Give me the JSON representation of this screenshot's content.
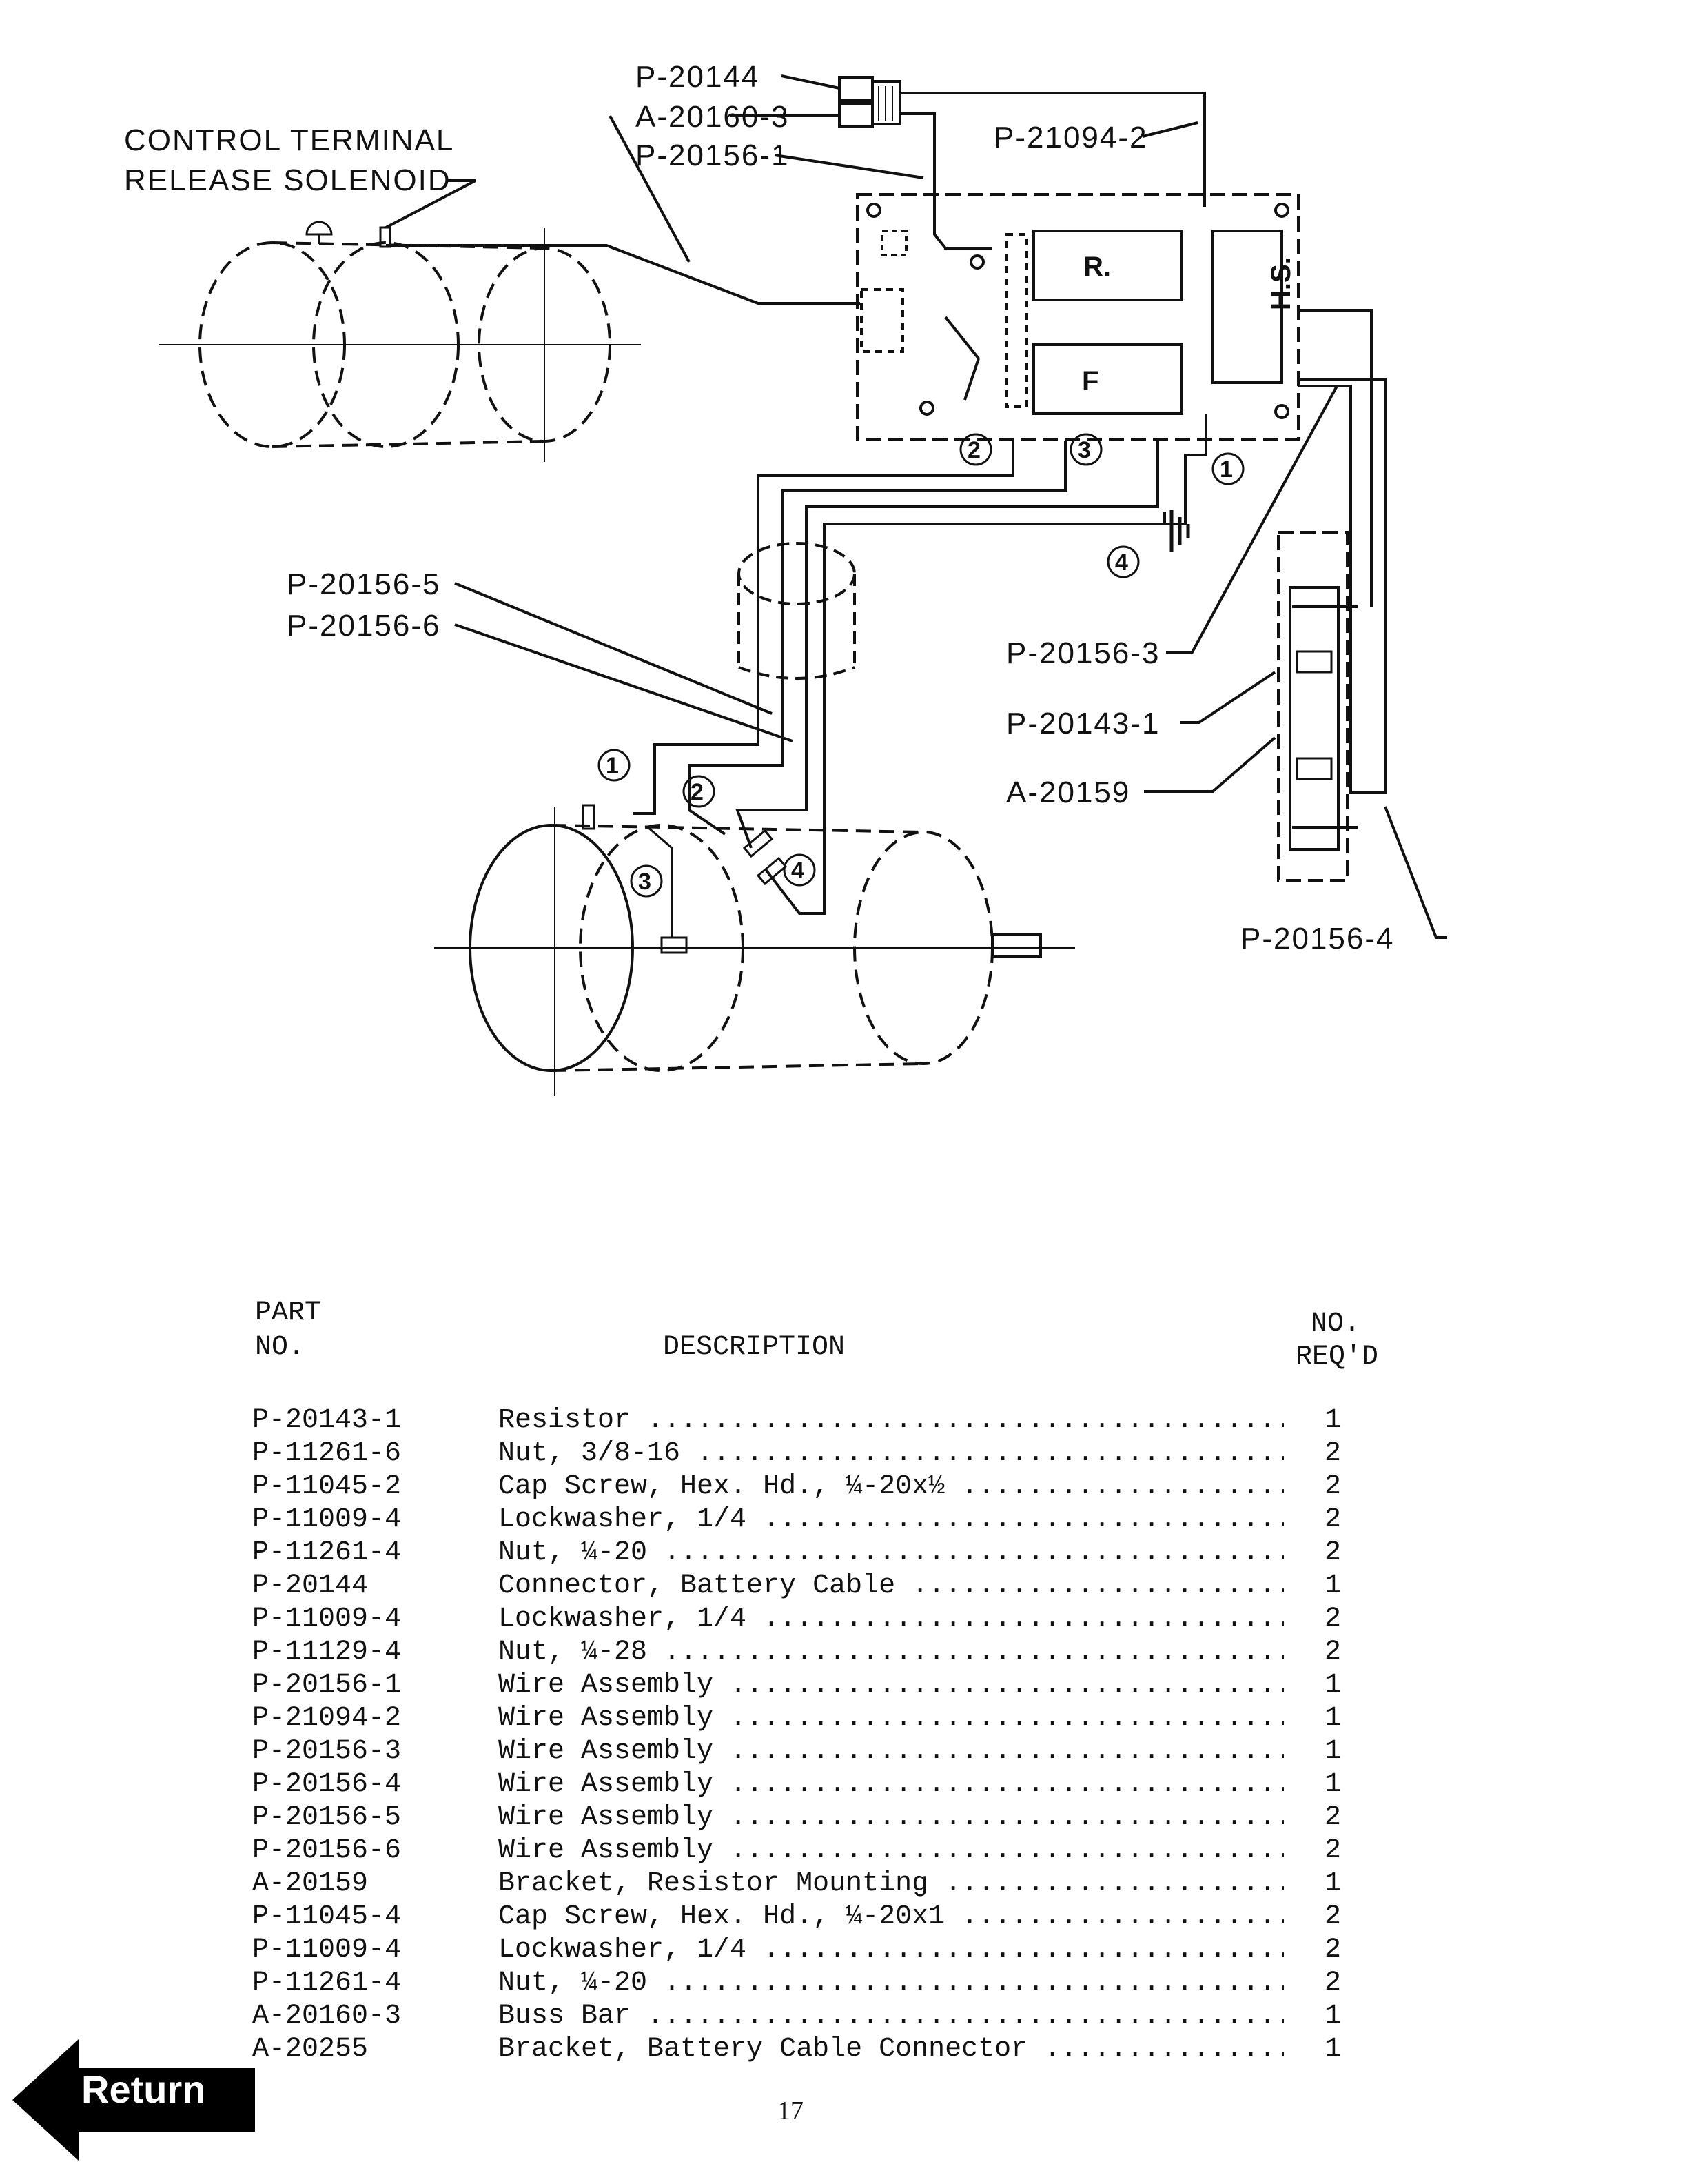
{
  "diagram": {
    "labels": {
      "control_terminal": "CONTROL TERMINAL",
      "release_solenoid": "RELEASE SOLENOID",
      "p20144": "P-20144",
      "a20160_3": "A-20160-3",
      "p20156_1": "P-20156-1",
      "p21094_2": "P-21094-2",
      "p20156_5": "P-20156-5",
      "p20156_6": "P-20156-6",
      "p20156_3": "P-20156-3",
      "p20143_1": "P-20143-1",
      "a20159": "A-20159",
      "p20156_4": "P-20156-4"
    },
    "component_marks": {
      "r": "R.",
      "f": "F",
      "hs": "H.S."
    },
    "terminal_numbers": [
      "1",
      "2",
      "3",
      "4"
    ]
  },
  "parts_list": {
    "headers": {
      "part_no_line1": "PART",
      "part_no_line2": "NO.",
      "description": "DESCRIPTION",
      "qty_line1": "NO.",
      "qty_line2": "REQ'D"
    },
    "rows": [
      {
        "part_no": "P-20143-1",
        "description": "Resistor",
        "qty": "1"
      },
      {
        "part_no": "P-11261-6",
        "description": "Nut, 3/8-16",
        "qty": "2"
      },
      {
        "part_no": "P-11045-2",
        "description": "Cap Screw, Hex. Hd., ¼-20x½",
        "qty": "2"
      },
      {
        "part_no": "P-11009-4",
        "description": "Lockwasher, 1/4",
        "qty": "2"
      },
      {
        "part_no": "P-11261-4",
        "description": "Nut, ¼-20",
        "qty": "2"
      },
      {
        "part_no": "P-20144",
        "description": "Connector, Battery Cable",
        "qty": "1"
      },
      {
        "part_no": "P-11009-4",
        "description": "Lockwasher, 1/4",
        "qty": "2"
      },
      {
        "part_no": "P-11129-4",
        "description": "Nut, ¼-28",
        "qty": "2"
      },
      {
        "part_no": "P-20156-1",
        "description": "Wire Assembly",
        "qty": "1"
      },
      {
        "part_no": "P-21094-2",
        "description": "Wire Assembly",
        "qty": "1"
      },
      {
        "part_no": "P-20156-3",
        "description": "Wire Assembly",
        "qty": "1"
      },
      {
        "part_no": "P-20156-4",
        "description": "Wire Assembly",
        "qty": "1"
      },
      {
        "part_no": "P-20156-5",
        "description": "Wire Assembly",
        "qty": "2"
      },
      {
        "part_no": "P-20156-6",
        "description": "Wire Assembly",
        "qty": "2"
      },
      {
        "part_no": "A-20159",
        "description": "Bracket, Resistor Mounting",
        "qty": "1"
      },
      {
        "part_no": "P-11045-4",
        "description": "Cap Screw, Hex. Hd., ¼-20x1",
        "qty": "2"
      },
      {
        "part_no": "P-11009-4",
        "description": "Lockwasher, 1/4",
        "qty": "2"
      },
      {
        "part_no": "P-11261-4",
        "description": "Nut, ¼-20",
        "qty": "2"
      },
      {
        "part_no": "A-20160-3",
        "description": "Buss Bar",
        "qty": "1"
      },
      {
        "part_no": "A-20255",
        "description": "Bracket, Battery Cable Connector",
        "qty": "1"
      }
    ]
  },
  "page_number": "17",
  "return_button": {
    "label": "Return"
  }
}
